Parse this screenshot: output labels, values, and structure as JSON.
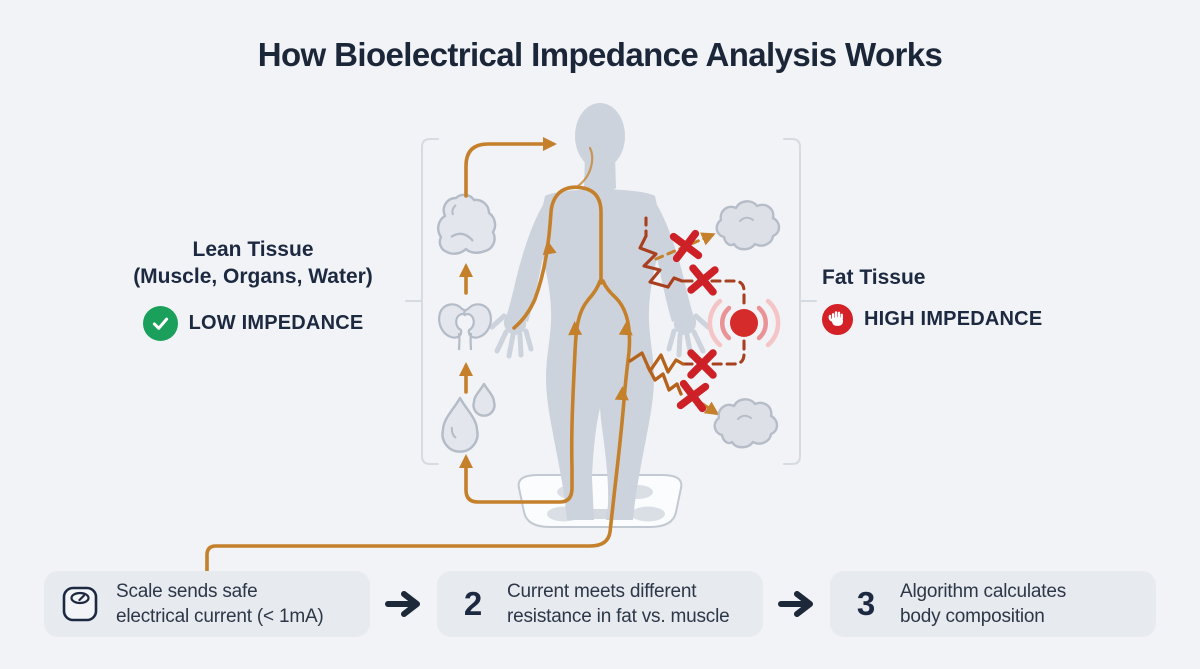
{
  "title": "How Bioelectrical Impedance Analysis Works",
  "lean": {
    "title_line1": "Lean Tissue",
    "title_line2": "(Muscle, Organs, Water)",
    "badge": "LOW IMPEDANCE",
    "badge_color": "#1aa05b",
    "badge_icon": "check-icon",
    "pathway_icons": [
      "muscle-icon",
      "kidneys-icon",
      "water-drops-icon"
    ]
  },
  "fat": {
    "title": "Fat Tissue",
    "badge": "HIGH IMPEDANCE",
    "badge_color": "#d42127",
    "badge_icon": "stop-hand-icon",
    "blocked_marks": 4,
    "fat_cloud_icons": 2
  },
  "steps": [
    {
      "icon": "bathroom-scale-icon",
      "line1": "Scale sends safe",
      "line2": "electrical current (< 1mA)"
    },
    {
      "number": "2",
      "line1": "Current meets different",
      "line2": "resistance in fat vs. muscle"
    },
    {
      "number": "3",
      "line1": "Algorithm calculates",
      "line2": "body composition"
    }
  ],
  "colors": {
    "background": "#f1f3f6",
    "text_dark": "#1d2940",
    "current_orange": "#c4802b",
    "resistance_dark_red": "#a8401f",
    "blocked_red": "#ce2127",
    "pulse_red": "#d62b2b",
    "body_gray": "#cdd3dc",
    "step_box_gray": "#e7eaef",
    "low_impedance_green": "#1aa05b",
    "high_impedance_red": "#d42127"
  }
}
